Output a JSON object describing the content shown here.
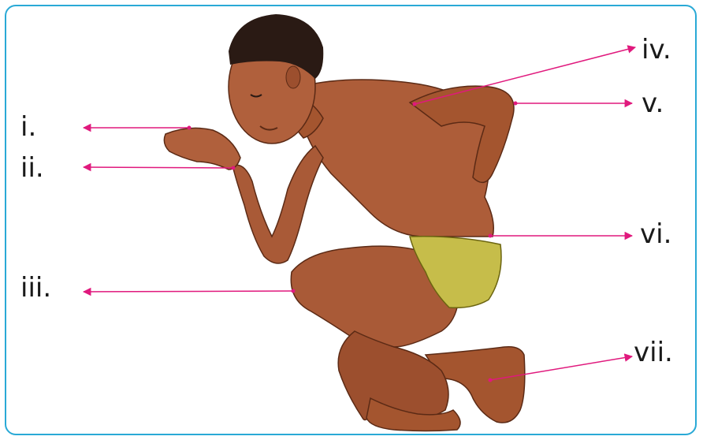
{
  "labels": {
    "i": "i.",
    "ii": "ii.",
    "iii": "iii.",
    "iv": "iv.",
    "v": "v.",
    "vi": "vi.",
    "vii": "vii."
  },
  "colors": {
    "frame": "#29a9d6",
    "pointer": "#e0197d",
    "skin": "#a95a37",
    "skin_shadow": "#7a3a22",
    "hair": "#2a1a14",
    "shorts": "#c6bd4a",
    "text": "#1a1a1a"
  },
  "illustration": "crouching-boy"
}
